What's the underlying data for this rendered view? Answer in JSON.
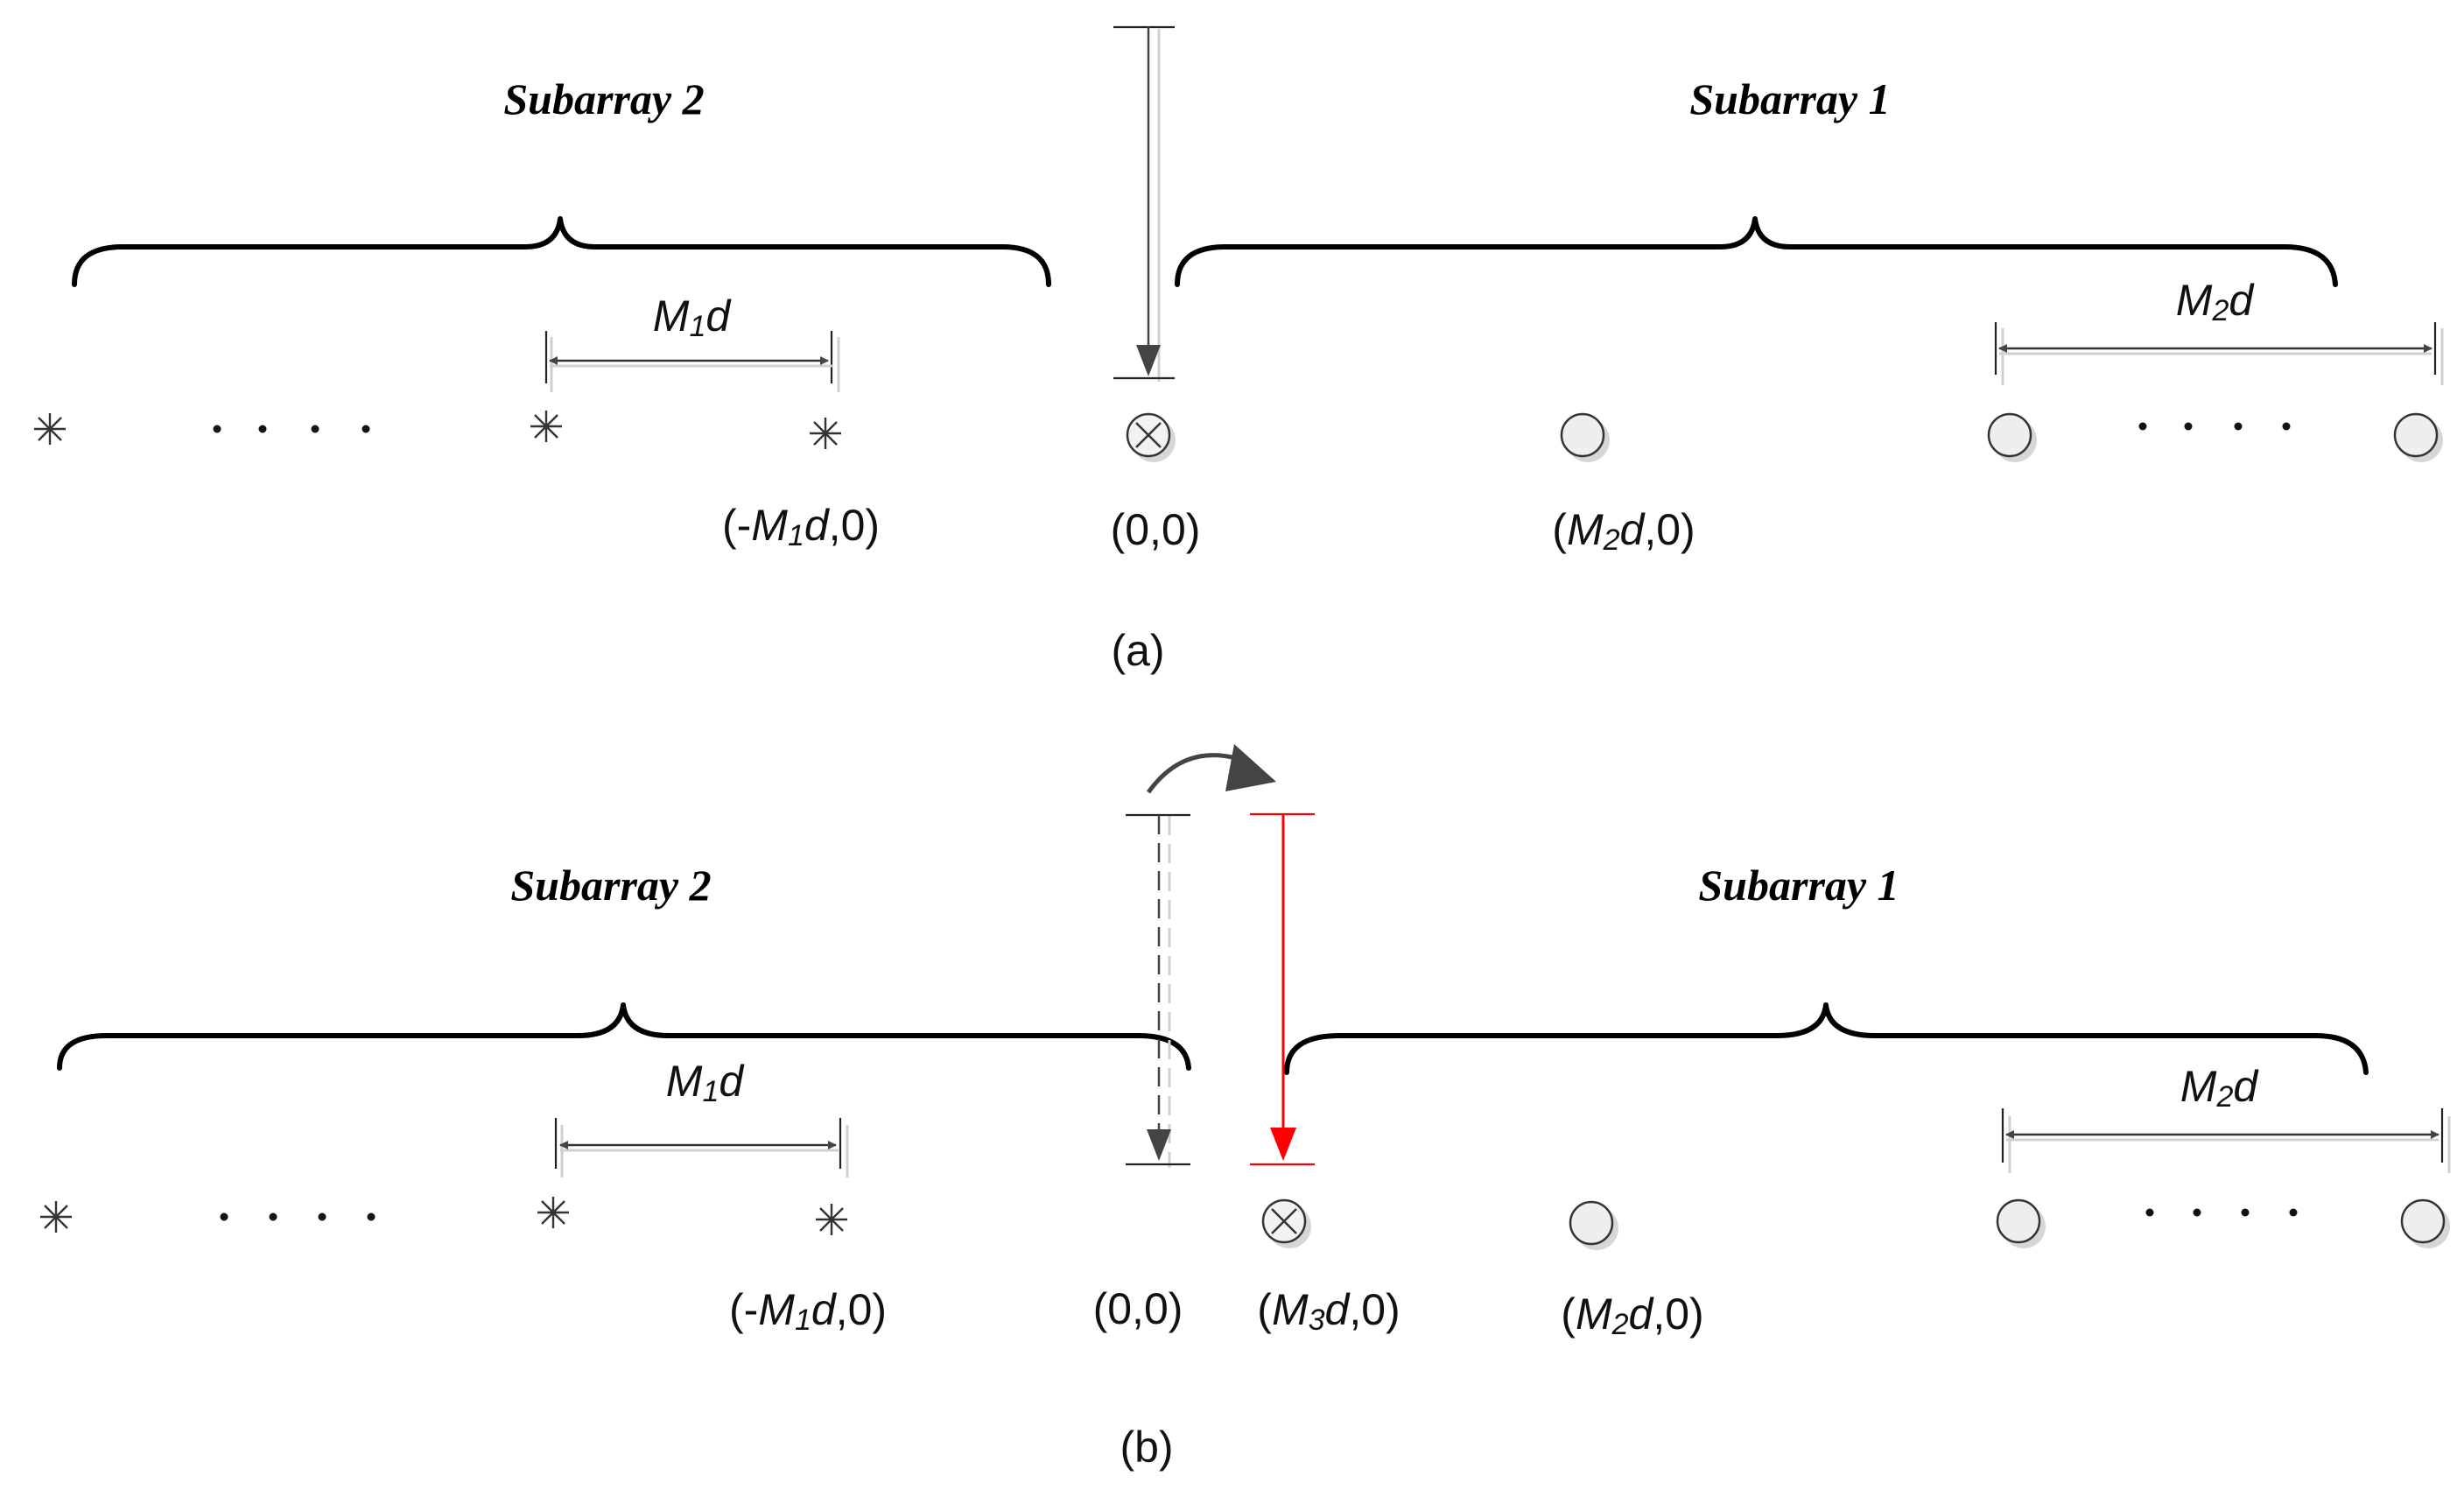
{
  "panel_a": {
    "caption": "(a)",
    "subarray2_label": "Subarray 2",
    "subarray1_label": "Subarray 1",
    "spacing_left": {
      "m": "M",
      "sub": "1",
      "d": "d"
    },
    "spacing_right": {
      "m": "M",
      "sub": "2",
      "d": "d"
    },
    "coord_left": {
      "pre": "(-",
      "m": "M",
      "sub": "1",
      "d": "d",
      "post": ",0)"
    },
    "coord_origin": "(0,0)",
    "coord_right": {
      "pre": "(",
      "m": "M",
      "sub": "2",
      "d": "d",
      "post": ",0)"
    },
    "ellipsis": "· · · ·"
  },
  "panel_b": {
    "caption": "(b)",
    "subarray2_label": "Subarray 2",
    "subarray1_label": "Subarray 1",
    "spacing_left": {
      "m": "M",
      "sub": "1",
      "d": "d"
    },
    "spacing_right": {
      "m": "M",
      "sub": "2",
      "d": "d"
    },
    "coord_left": {
      "pre": "(-",
      "m": "M",
      "sub": "1",
      "d": "d",
      "post": ",0)"
    },
    "coord_origin": "(0,0)",
    "coord_shift": {
      "pre": "(",
      "m": "M",
      "sub": "3",
      "d": "d",
      "post": ",0)"
    },
    "coord_right": {
      "pre": "(",
      "m": "M",
      "sub": "2",
      "d": "d",
      "post": ",0)"
    },
    "ellipsis": "· · · ·"
  },
  "colors": {
    "arrow": "#444444",
    "shift_arrow": "#ff0000",
    "element_fill": "#eeeeee"
  },
  "icons": {
    "subarray2_element": "asterisk-icon",
    "subarray1_element": "circle-icon",
    "reference_element": "circled-times-icon"
  }
}
